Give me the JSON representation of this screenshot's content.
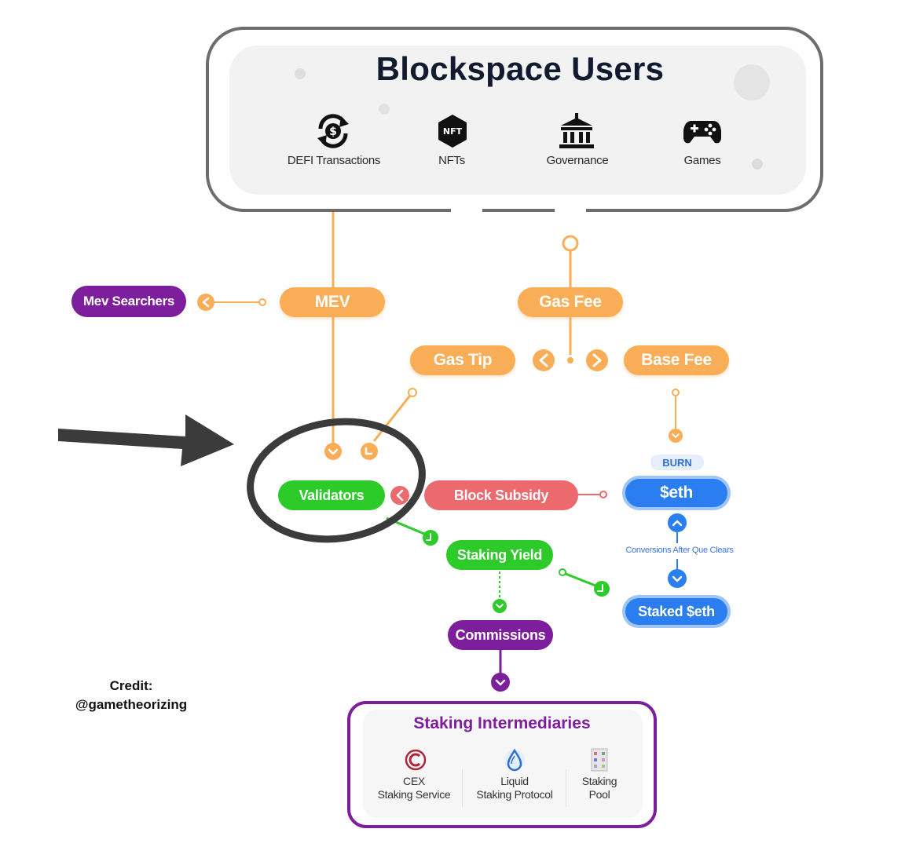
{
  "top_panel": {
    "title": "Blockspace Users",
    "items": [
      {
        "label": "DEFI Transactions",
        "icon": "dollar-cycle-icon"
      },
      {
        "label": "NFTs",
        "icon": "nft-hexagon-icon"
      },
      {
        "label": "Governance",
        "icon": "government-building-icon"
      },
      {
        "label": "Games",
        "icon": "gamepad-icon"
      }
    ]
  },
  "nodes": {
    "mev_searchers": "Mev Searchers",
    "mev": "MEV",
    "gas_fee": "Gas Fee",
    "gas_tip": "Gas Tip",
    "base_fee": "Base Fee",
    "validators": "Validators",
    "block_subsidy": "Block Subsidy",
    "burn": "BURN",
    "seth": "$eth",
    "conversions": "Conversions After Que Clears",
    "staked_seth": "Staked $eth",
    "staking_yield": "Staking Yield",
    "commissions": "Commissions"
  },
  "bottom_panel": {
    "title": "Staking Intermediaries",
    "items": [
      {
        "line1": "CEX",
        "line2": "Staking Service",
        "icon": "copyright-circle-icon"
      },
      {
        "line1": "Liquid",
        "line2": "Staking Protocol",
        "icon": "ethereum-drop-icon"
      },
      {
        "line1": "Staking",
        "line2": "Pool",
        "icon": "pool-building-icon"
      }
    ]
  },
  "credit": {
    "line1": "Credit:",
    "line2": "@gametheorizing"
  },
  "colors": {
    "orange": "#f9ad57",
    "purple": "#7d1f9c",
    "green": "#2ccb2a",
    "red": "#ec6a6d",
    "blue": "#2b7ef0",
    "annotation": "#3b3b3b"
  }
}
